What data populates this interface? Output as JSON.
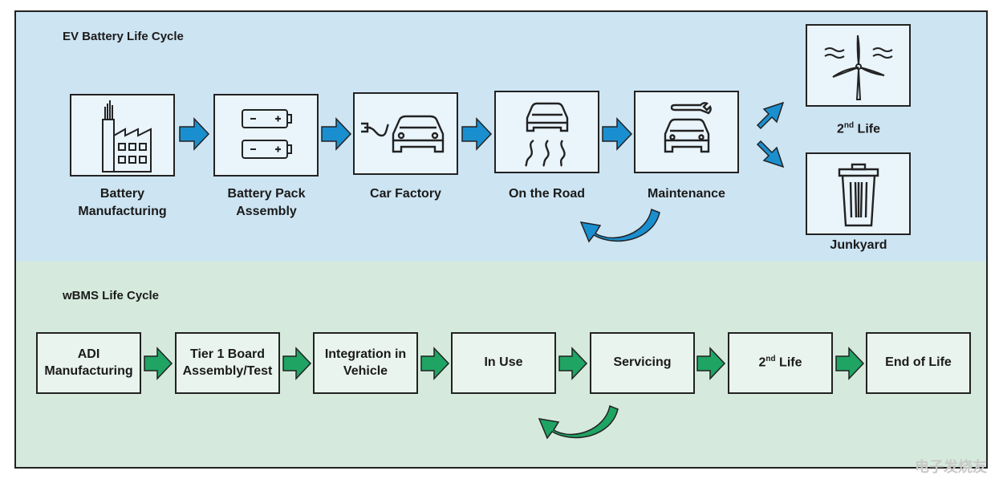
{
  "ev": {
    "title": "EV Battery Life Cycle",
    "stages": [
      {
        "label_line1": "Battery",
        "label_line2": "Manufacturing",
        "icon": "factory-icon"
      },
      {
        "label_line1": "Battery Pack",
        "label_line2": "Assembly",
        "icon": "battery-icon"
      },
      {
        "label_line1": "Car Factory",
        "label_line2": "",
        "icon": "car-plug-icon"
      },
      {
        "label_line1": "On the Road",
        "label_line2": "",
        "icon": "car-road-icon"
      },
      {
        "label_line1": "Maintenance",
        "label_line2": "",
        "icon": "car-wrench-icon"
      }
    ],
    "second_life": {
      "prefix": "2",
      "sup": "nd",
      "suffix": " Life",
      "icon": "wind-turbine-icon"
    },
    "junkyard": {
      "label": "Junkyard",
      "icon": "trash-icon"
    }
  },
  "wbms": {
    "title": "wBMS Life Cycle",
    "stages": [
      {
        "line1": "ADI",
        "line2": "Manufacturing"
      },
      {
        "line1": "Tier 1 Board",
        "line2": "Assembly/Test"
      },
      {
        "line1": "Integration in",
        "line2": "Vehicle"
      },
      {
        "line1": "In Use",
        "line2": ""
      },
      {
        "line1": "Servicing",
        "line2": ""
      },
      {
        "line1": "",
        "line2": ""
      },
      {
        "line1": "End of Life",
        "line2": ""
      }
    ],
    "second_life": {
      "prefix": "2",
      "sup": "nd",
      "suffix": " Life"
    }
  },
  "colors": {
    "ev_arrow": "#1a8fd0",
    "wbms_arrow": "#1fa463",
    "ev_bg": "#cde4f2",
    "wbms_bg": "#d5eadc"
  },
  "watermark": "电子发烧友"
}
